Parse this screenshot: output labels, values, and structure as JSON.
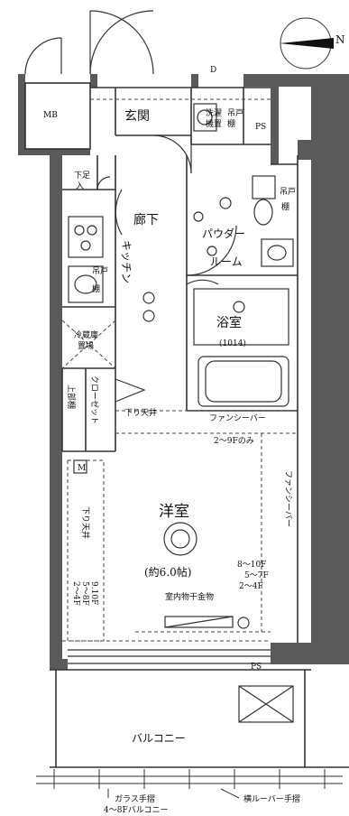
{
  "north_indicator": "N",
  "rooms": {
    "mb": "MB",
    "entrance": "玄関",
    "ps_top": "PS",
    "shoe_closet_1": "下足",
    "shoe_closet_2": "入",
    "washer_1": "洗濯",
    "washer_2": "機置",
    "washer_3": "吊戸",
    "washer_4": "棚",
    "hall": "廊下",
    "kitchen_1": "キッチン",
    "kitchen_cabinet_1": "吊戸",
    "kitchen_cabinet_2": "棚",
    "powder_room_1": "パウダー",
    "powder_room_2": "ルーム",
    "powder_cabinet_1": "吊戸",
    "powder_cabinet_2": "棚",
    "bathroom": "浴室",
    "bathroom_size": "(1014)",
    "fridge_1": "冷蔵庫",
    "fridge_2": "置場",
    "closet": "クローゼット",
    "upper_cabinet": "上部棚",
    "lowered_ceiling_1": "下り天井",
    "fan_1": "ファンシーバー",
    "floor_note_1": "2～9Fのみ",
    "western_room": "洋室",
    "western_room_size": "(約6.0帖)",
    "indoor_hanger": "室内物干金物",
    "fan_vertical": "ファンシーバー",
    "lowered_ceiling_2": "下り天井",
    "floor_notes_right": [
      "8～10F",
      "5～7F",
      "2～4F"
    ],
    "floor_notes_left": [
      "2～4F",
      "5～8F",
      "9.10F"
    ],
    "ps_bottom": "PS",
    "balcony": "バルコニー",
    "glass_rail": "ガラス手摺",
    "balcony_floor_note": "4～8Fバルコニー",
    "louver_rail": "横ルーバー手摺",
    "meter": "M",
    "d_mark": "D"
  }
}
